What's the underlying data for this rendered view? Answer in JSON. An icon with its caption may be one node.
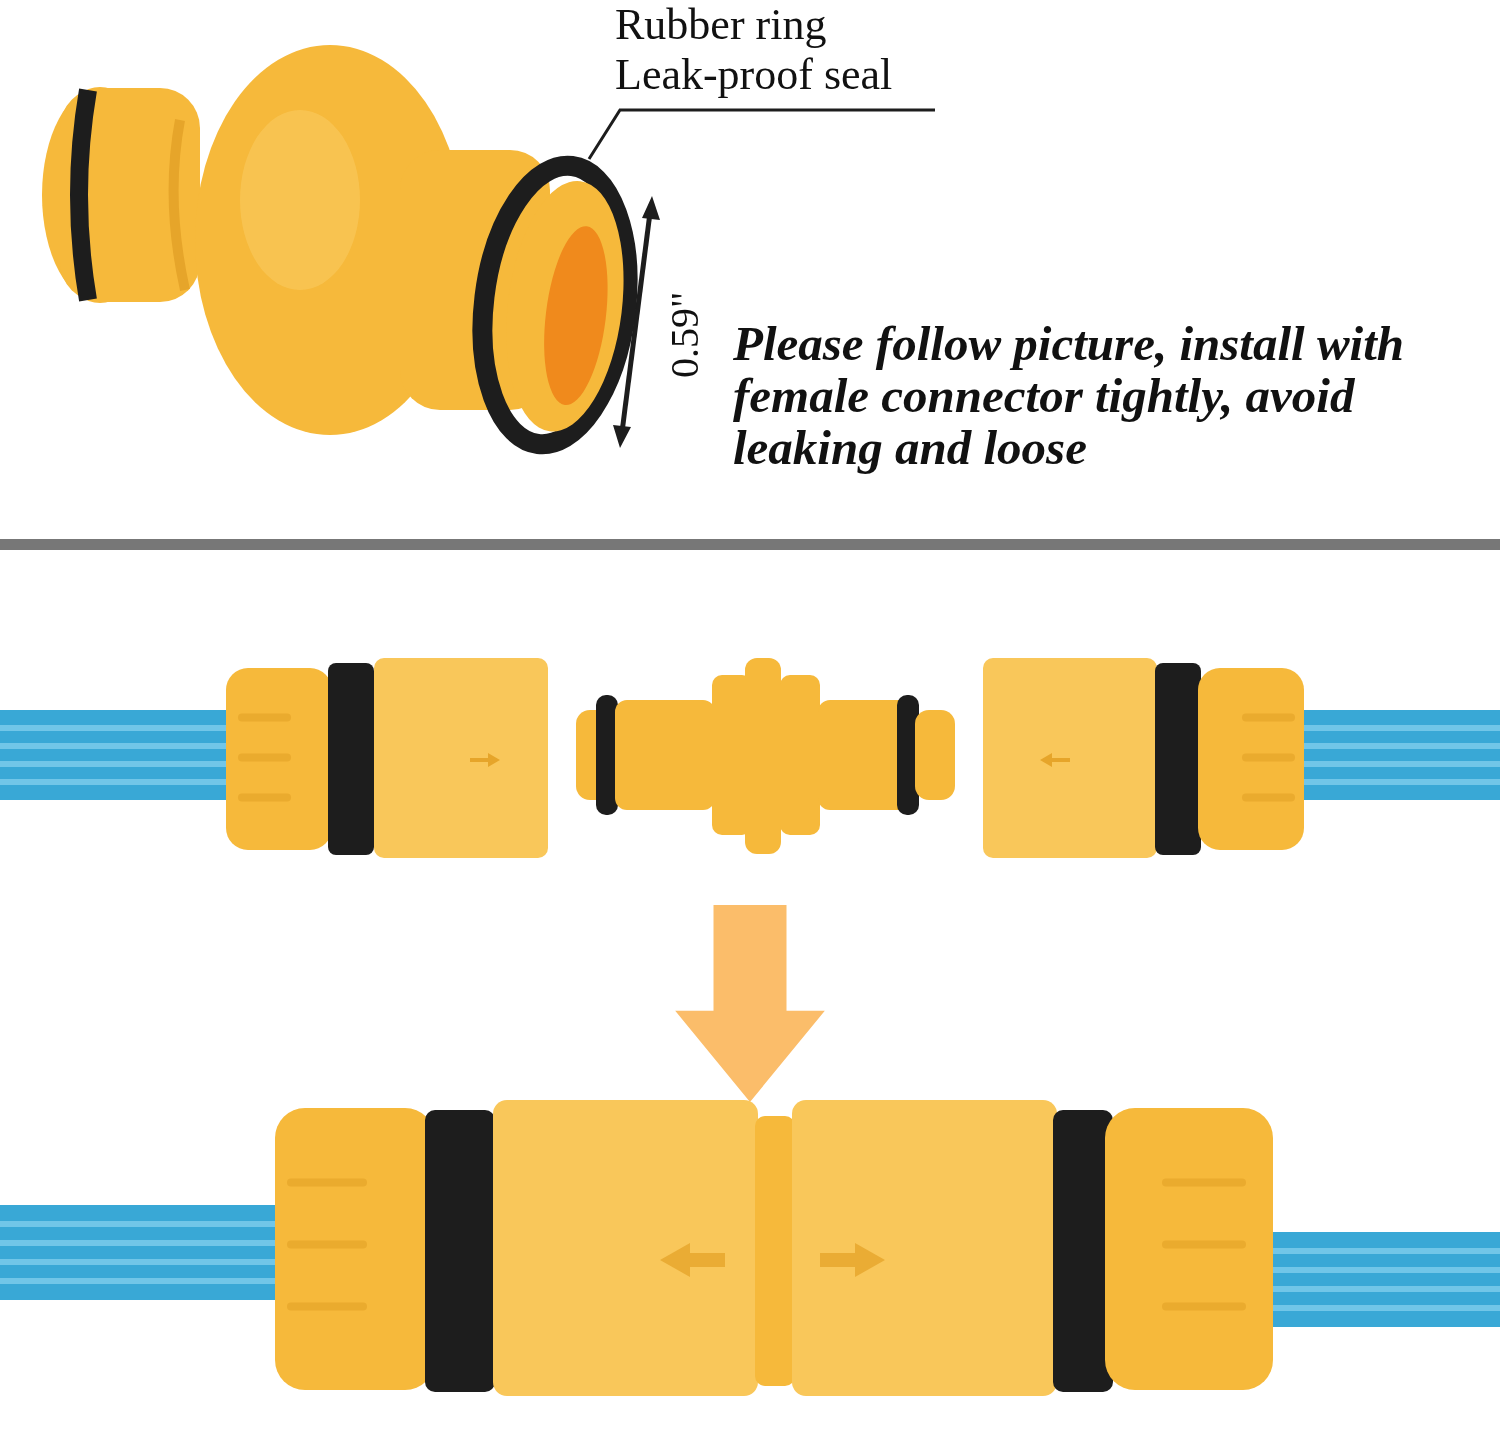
{
  "diagram": {
    "nodes": [
      {
        "text": [
          "Rubber ring",
          "Leak-proof seal"
        ]
      },
      {
        "text": [],
        "shape": "circle"
      },
      {
        "text": [],
        "shape": "picture"
      },
      {
        "text": [],
        "shape": "picture"
      }
    ],
    "edges": [
      {
        "from": 0,
        "to": 1,
        "arrow": "none"
      },
      {
        "from": 2,
        "to": 3,
        "arrow": "to",
        "style": "thick",
        "color": "#fbbd6a"
      }
    ],
    "labels": [
      "0.59\"",
      "Please follow picture, install with female connector tightly, avoid leaking and loose"
    ]
  }
}
